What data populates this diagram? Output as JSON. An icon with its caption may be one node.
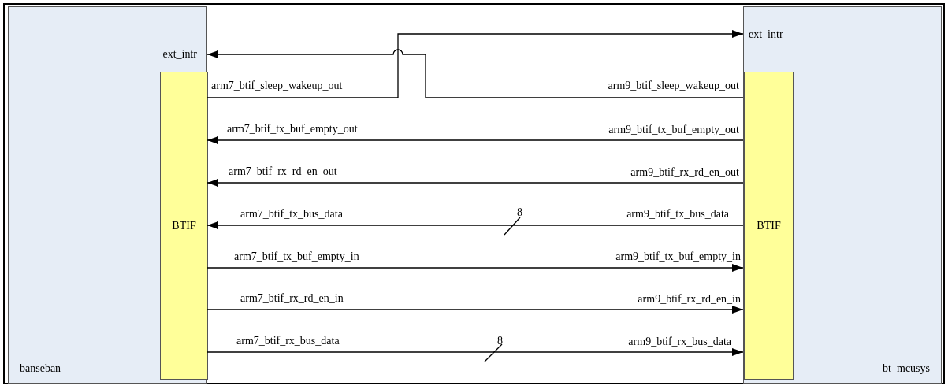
{
  "diagram": {
    "nodes": [
      {
        "text": [
          "banseban"
        ]
      },
      {
        "text": [
          "BTIF"
        ],
        "in": 0
      },
      {
        "text": [
          "bt_mcusys"
        ]
      },
      {
        "text": [
          "BTIF"
        ],
        "in": 2
      }
    ],
    "edges": [
      {
        "from": 1,
        "to": 2,
        "arrow": "to"
      },
      {
        "from": 3,
        "to": 0,
        "arrow": "to"
      },
      {
        "from": 3,
        "to": 1,
        "arrow": "to"
      },
      {
        "from": 3,
        "to": 1,
        "arrow": "to"
      },
      {
        "from": 3,
        "to": 1,
        "arrow": "to"
      },
      {
        "from": 1,
        "to": 3,
        "arrow": "to"
      },
      {
        "from": 1,
        "to": 3,
        "arrow": "to"
      },
      {
        "from": 1,
        "to": 3,
        "arrow": "to"
      }
    ],
    "labels": [
      "ext_intr",
      "ext_intr",
      "arm7_btif_sleep_wakeup_out",
      "arm9_btif_sleep_wakeup_out",
      "arm7_btif_tx_buf_empty_out",
      "arm9_btif_tx_buf_empty_out",
      "arm7_btif_rx_rd_en_out",
      "arm9_btif_rx_rd_en_out",
      "arm7_btif_tx_bus_data",
      "8",
      "arm9_btif_tx_bus_data",
      "arm7_btif_tx_buf_empty_in",
      "arm9_btif_tx_buf_empty_in",
      "arm7_btif_rx_rd_en_in",
      "arm9_btif_rx_rd_en_in",
      "arm7_btif_rx_bus_data",
      "8",
      "arm9_btif_rx_bus_data"
    ]
  }
}
